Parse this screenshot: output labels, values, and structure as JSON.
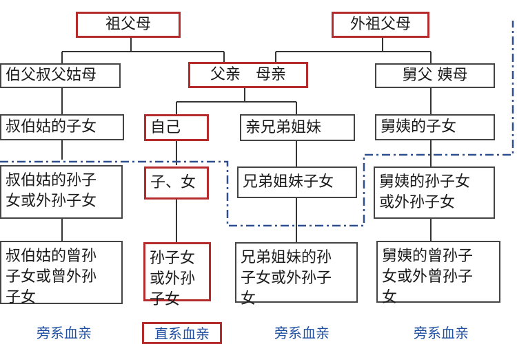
{
  "nodes": {
    "grandparents": "祖父母",
    "maternal_grandparents": "外祖父母",
    "uncles_aunts": "伯父叔父姑母",
    "parents": "父亲　母亲",
    "maternal_uncles_aunts": "舅父 姨母",
    "cousins": "叔伯姑的子女",
    "self": "自己",
    "siblings": "亲兄弟姐妹",
    "maternal_cousins": "舅姨的子女",
    "cousins_grandchildren": "叔伯姑的孙子\n女或外孙子女",
    "children": "子、女",
    "siblings_children": "兄弟姐妹子女",
    "maternal_cousins_grandchildren": "舅姨的孙子女\n或外孙子女",
    "cousins_great_grandchildren": "叔伯姑的曾孙\n子女或曾外孙\n子女",
    "grandchildren": "孙子女\n或外孙\n子女",
    "siblings_grandchildren": "兄弟姐妹的孙\n子女或外孙子\n女",
    "maternal_cousins_great_grandchildren": "舅姨的曾孙子\n女或外曾孙子\n女"
  },
  "labels": {
    "collateral_left": "旁系血亲",
    "lineal": "直系血亲",
    "collateral_middle": "旁系血亲",
    "collateral_right": "旁系血亲"
  },
  "colors": {
    "lineal_border": "#b52a2a",
    "line": "#333333",
    "dash_line": "#2f4e8c",
    "label_text": "#1f4fa0"
  }
}
